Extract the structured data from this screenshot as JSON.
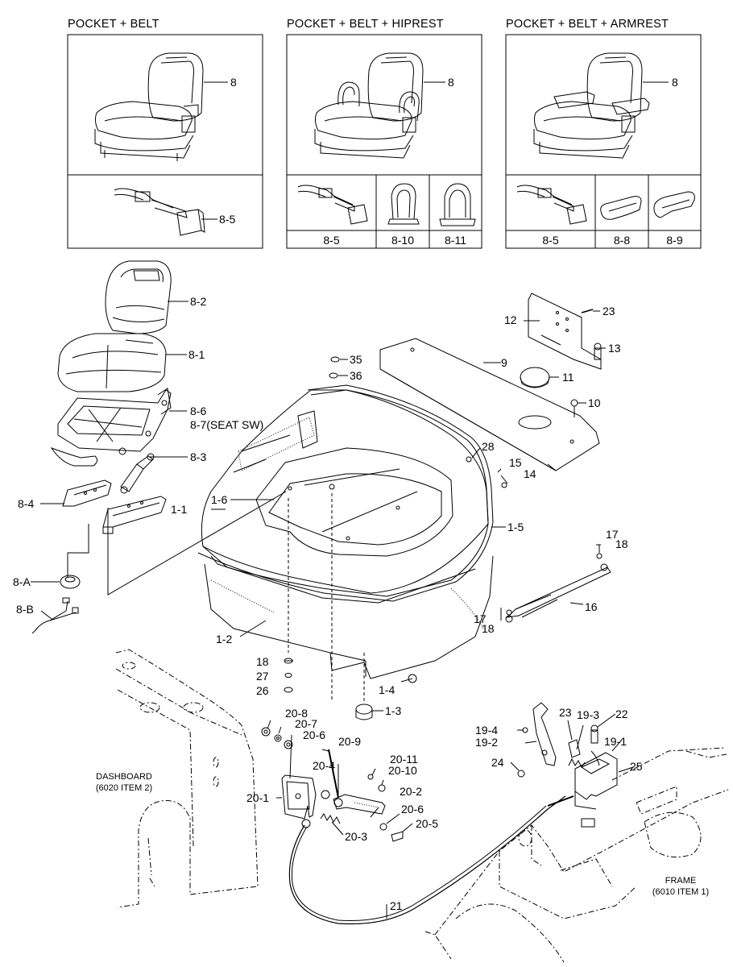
{
  "variants": [
    {
      "title": "POCKET + BELT",
      "seat_label": "8",
      "belt_label": "8-5"
    },
    {
      "title": "POCKET + BELT + HIPREST",
      "seat_label": "8",
      "options": [
        "8-5",
        "8-10",
        "8-11"
      ]
    },
    {
      "title": "POCKET + BELT + ARMREST",
      "seat_label": "8",
      "options": [
        "8-5",
        "8-8",
        "8-9"
      ]
    }
  ],
  "seat_callouts": {
    "backrest": "8-2",
    "cushion": "8-1",
    "frame": "8-6",
    "seat_switch": "8-7(SEAT SW)",
    "damper": "8-3",
    "rail": "8-4",
    "grommet": "8-A",
    "harness": "8-B"
  },
  "hood_callouts": {
    "hood": "1-1",
    "lower_cover": "1-2",
    "rubber": "1-3",
    "bolt": "1-4",
    "seal": "1-5",
    "insulation": "1-6",
    "rear_plate": "9",
    "bracket": "12",
    "cap": "11",
    "clip": "10",
    "screw_top": "23",
    "bolt_top": "13",
    "pin": "14",
    "cotter": "15",
    "nut": "28",
    "plug": "35",
    "washer_top": "36",
    "gas_spring": "16",
    "clip_upper": "17",
    "washer_upper": "18",
    "clip_lower": "17",
    "washer_lower": "18",
    "washer_a": "18",
    "washer_b": "27",
    "nut_b": "26"
  },
  "lever_callouts": {
    "bracket": "20-1",
    "lever": "20-2",
    "spring": "20-3",
    "pin": "20-4",
    "washer_a": "20-6",
    "washer_b": "20-7",
    "nut_a": "20-8",
    "bolt": "20-9",
    "nut_b": "20-10",
    "washer_c": "20-11",
    "washer_d": "20-6",
    "bolt_b": "20-5",
    "cable": "21"
  },
  "latch_callouts": {
    "bracket": "19-1",
    "hook": "19-2",
    "spring": "19-3",
    "pin": "19-4",
    "screw": "23",
    "bolt": "22",
    "nut": "24",
    "plate": "25"
  },
  "references": {
    "dashboard": [
      "DASHBOARD",
      "(6020 ITEM 2)"
    ],
    "frame": [
      "FRAME",
      "(6010 ITEM 1)"
    ]
  }
}
